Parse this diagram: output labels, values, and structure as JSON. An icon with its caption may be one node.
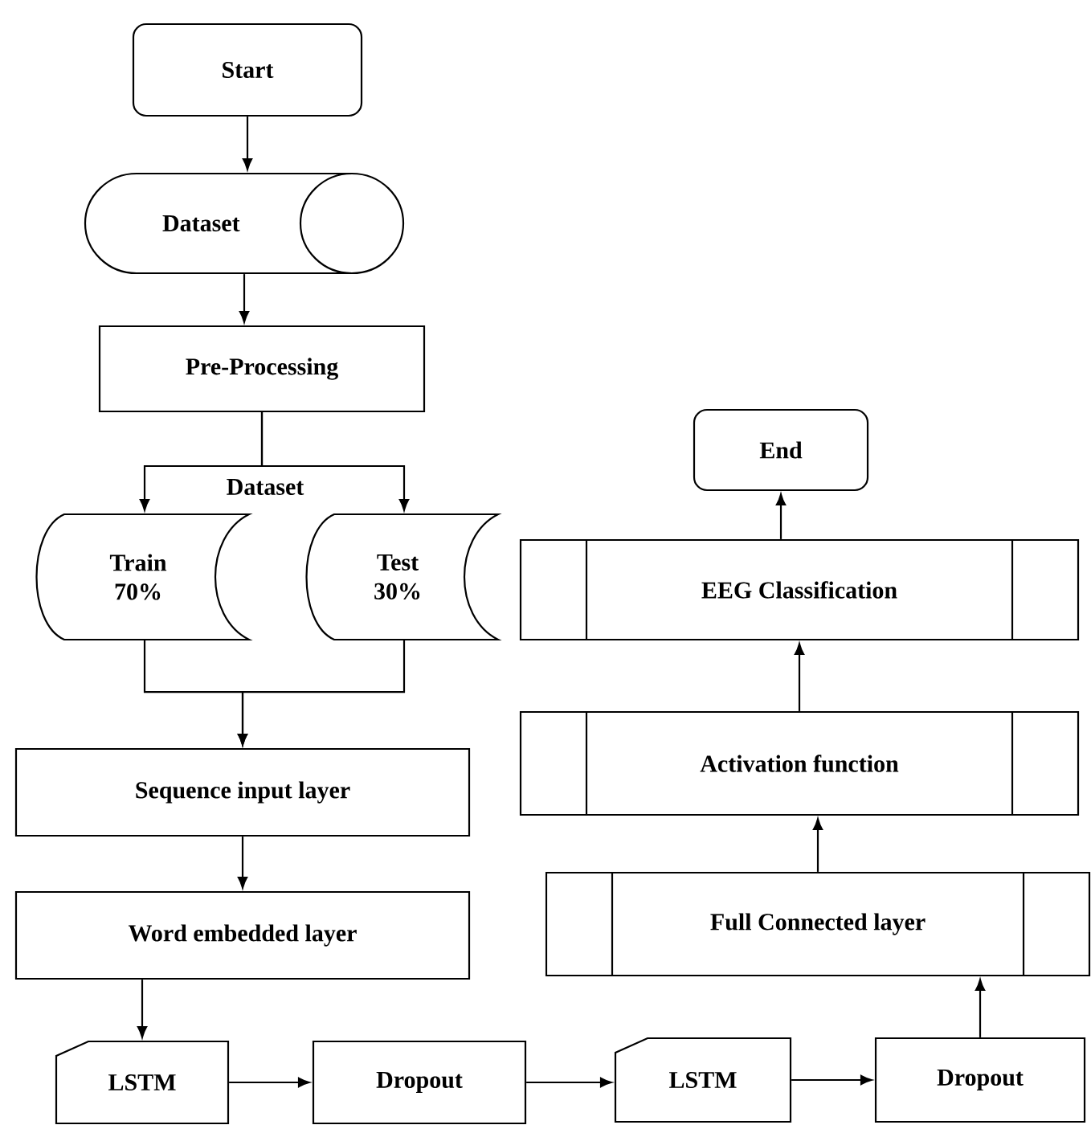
{
  "diagram": {
    "nodes": [
      {
        "text": [
          "Start"
        ]
      },
      {
        "text": [
          "Dataset"
        ]
      },
      {
        "text": [
          "Pre-Processing"
        ]
      },
      {
        "text": [
          "Train 70%"
        ]
      },
      {
        "text": [
          "Test 30%"
        ]
      },
      {
        "text": [
          "Sequence input layer"
        ]
      },
      {
        "text": [
          "Word embedded layer"
        ]
      },
      {
        "text": [
          "LSTM"
        ]
      },
      {
        "text": [
          "Dropout"
        ]
      },
      {
        "text": [
          "LSTM"
        ]
      },
      {
        "text": [
          "Dropout"
        ]
      },
      {
        "text": [
          "Full Connected layer"
        ]
      },
      {
        "text": [
          "Activation function"
        ]
      },
      {
        "text": [
          "EEG Classification"
        ]
      },
      {
        "text": [
          "End"
        ]
      }
    ],
    "edges": [
      {
        "from": 0,
        "to": 1,
        "arrow": "to"
      },
      {
        "from": 1,
        "to": 2,
        "arrow": "to"
      },
      {
        "from": 2,
        "to": 3,
        "arrow": "to"
      },
      {
        "from": 2,
        "to": 4,
        "arrow": "to"
      },
      {
        "from": 3,
        "to": 5,
        "arrow": "to"
      },
      {
        "from": 4,
        "to": 5,
        "arrow": "to"
      },
      {
        "from": 5,
        "to": 6,
        "arrow": "to"
      },
      {
        "from": 6,
        "to": 7,
        "arrow": "to"
      },
      {
        "from": 7,
        "to": 8,
        "arrow": "to"
      },
      {
        "from": 8,
        "to": 9,
        "arrow": "to"
      },
      {
        "from": 9,
        "to": 10,
        "arrow": "to"
      },
      {
        "from": 10,
        "to": 11,
        "arrow": "to"
      },
      {
        "from": 11,
        "to": 12,
        "arrow": "to"
      },
      {
        "from": 12,
        "to": 13,
        "arrow": "to"
      },
      {
        "from": 13,
        "to": 14,
        "arrow": "to"
      }
    ],
    "labels": [
      "Dataset"
    ]
  }
}
